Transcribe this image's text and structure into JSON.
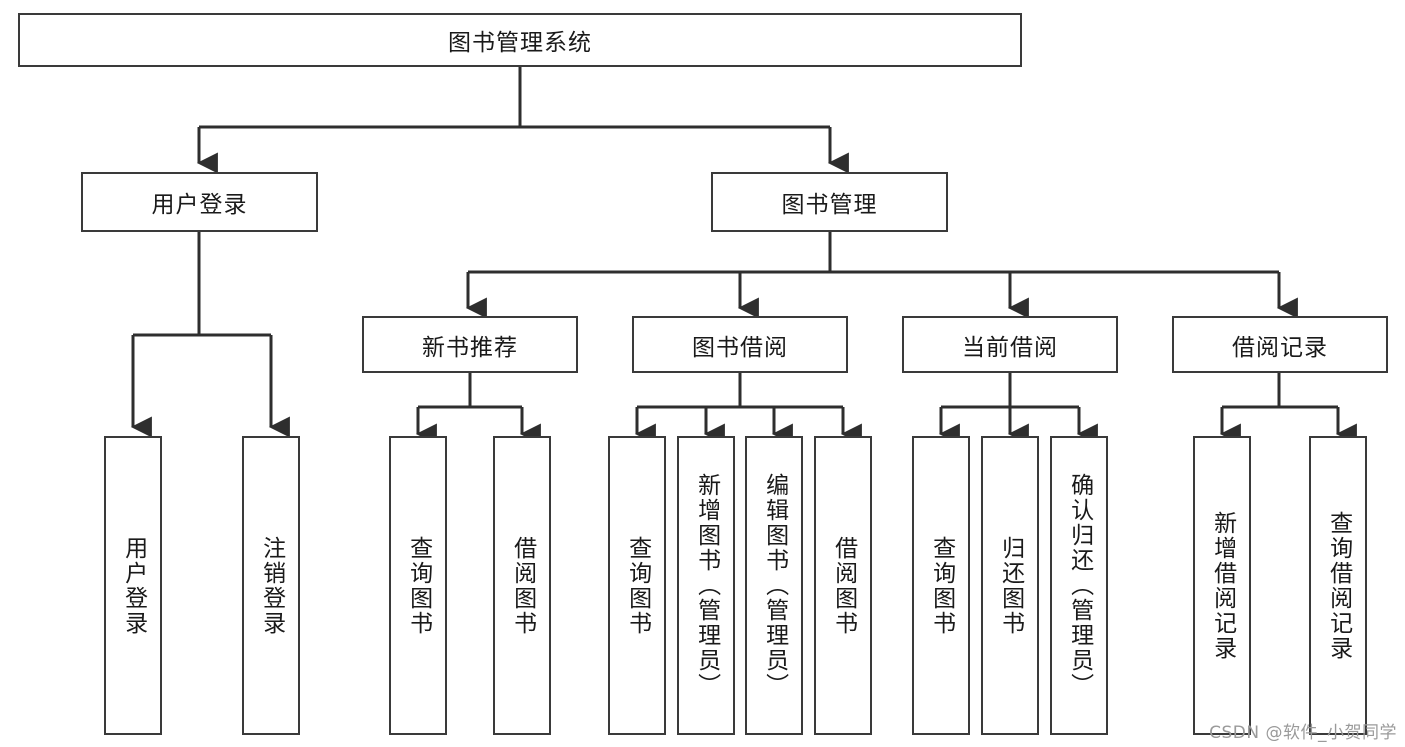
{
  "diagram": {
    "title": "图书管理系统",
    "type": "tree",
    "stroke_color": "#3a3a3a",
    "fill_color": "#ffffff",
    "text_color": "#1a1a1a",
    "root": {
      "label": "图书管理系统"
    },
    "level2": [
      {
        "label": "用户登录"
      },
      {
        "label": "图书管理"
      }
    ],
    "level3": [
      {
        "label": "新书推荐"
      },
      {
        "label": "图书借阅"
      },
      {
        "label": "当前借阅"
      },
      {
        "label": "借阅记录"
      }
    ],
    "leaves": {
      "user_login": [
        {
          "label": "用户登录"
        },
        {
          "label": "注销登录"
        }
      ],
      "new_book_recommend": [
        {
          "label": "查询图书"
        },
        {
          "label": "借阅图书"
        }
      ],
      "book_borrow": [
        {
          "label": "查询图书"
        },
        {
          "label": "新增图书（管理员）"
        },
        {
          "label": "编辑图书（管理员）"
        },
        {
          "label": "借阅图书"
        }
      ],
      "current_borrow": [
        {
          "label": "查询图书"
        },
        {
          "label": "归还图书"
        },
        {
          "label": "确认归还（管理员）"
        }
      ],
      "borrow_record": [
        {
          "label": "新增借阅记录"
        },
        {
          "label": "查询借阅记录"
        }
      ]
    }
  },
  "watermark": {
    "text": "CSDN @软件_小贺同学"
  }
}
